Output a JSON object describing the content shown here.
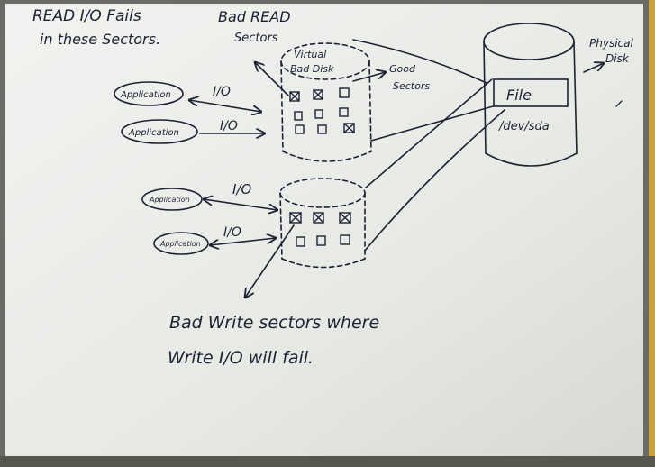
{
  "notes": {
    "read_fail_line1": "READ I/O Fails",
    "read_fail_line2": "in these Sectors.",
    "bad_read_line1": "Bad READ",
    "bad_read_line2": "Sectors",
    "good_line1": "Good",
    "good_line2": "Sectors",
    "bad_write_line1": "Bad Write sectors where",
    "bad_write_line2": "Write I/O will fail."
  },
  "physical_disk": {
    "label_line1": "Physical",
    "label_line2": "Disk",
    "file_label": "File",
    "device_label": "/dev/sda"
  },
  "virtual_disk": {
    "label_line1": "Virtual",
    "label_line2": "Bad Disk"
  },
  "applications": [
    {
      "label": "Application",
      "io_label": "I/O"
    },
    {
      "label": "Application",
      "io_label": "I/O"
    },
    {
      "label": "Application",
      "io_label": "I/O"
    },
    {
      "label": "Application",
      "io_label": "I/O"
    }
  ],
  "colors": {
    "board": "#e9ebe7",
    "marker": "#1d2233",
    "frame": "#6b6a66",
    "wall": "#c9a23a"
  }
}
